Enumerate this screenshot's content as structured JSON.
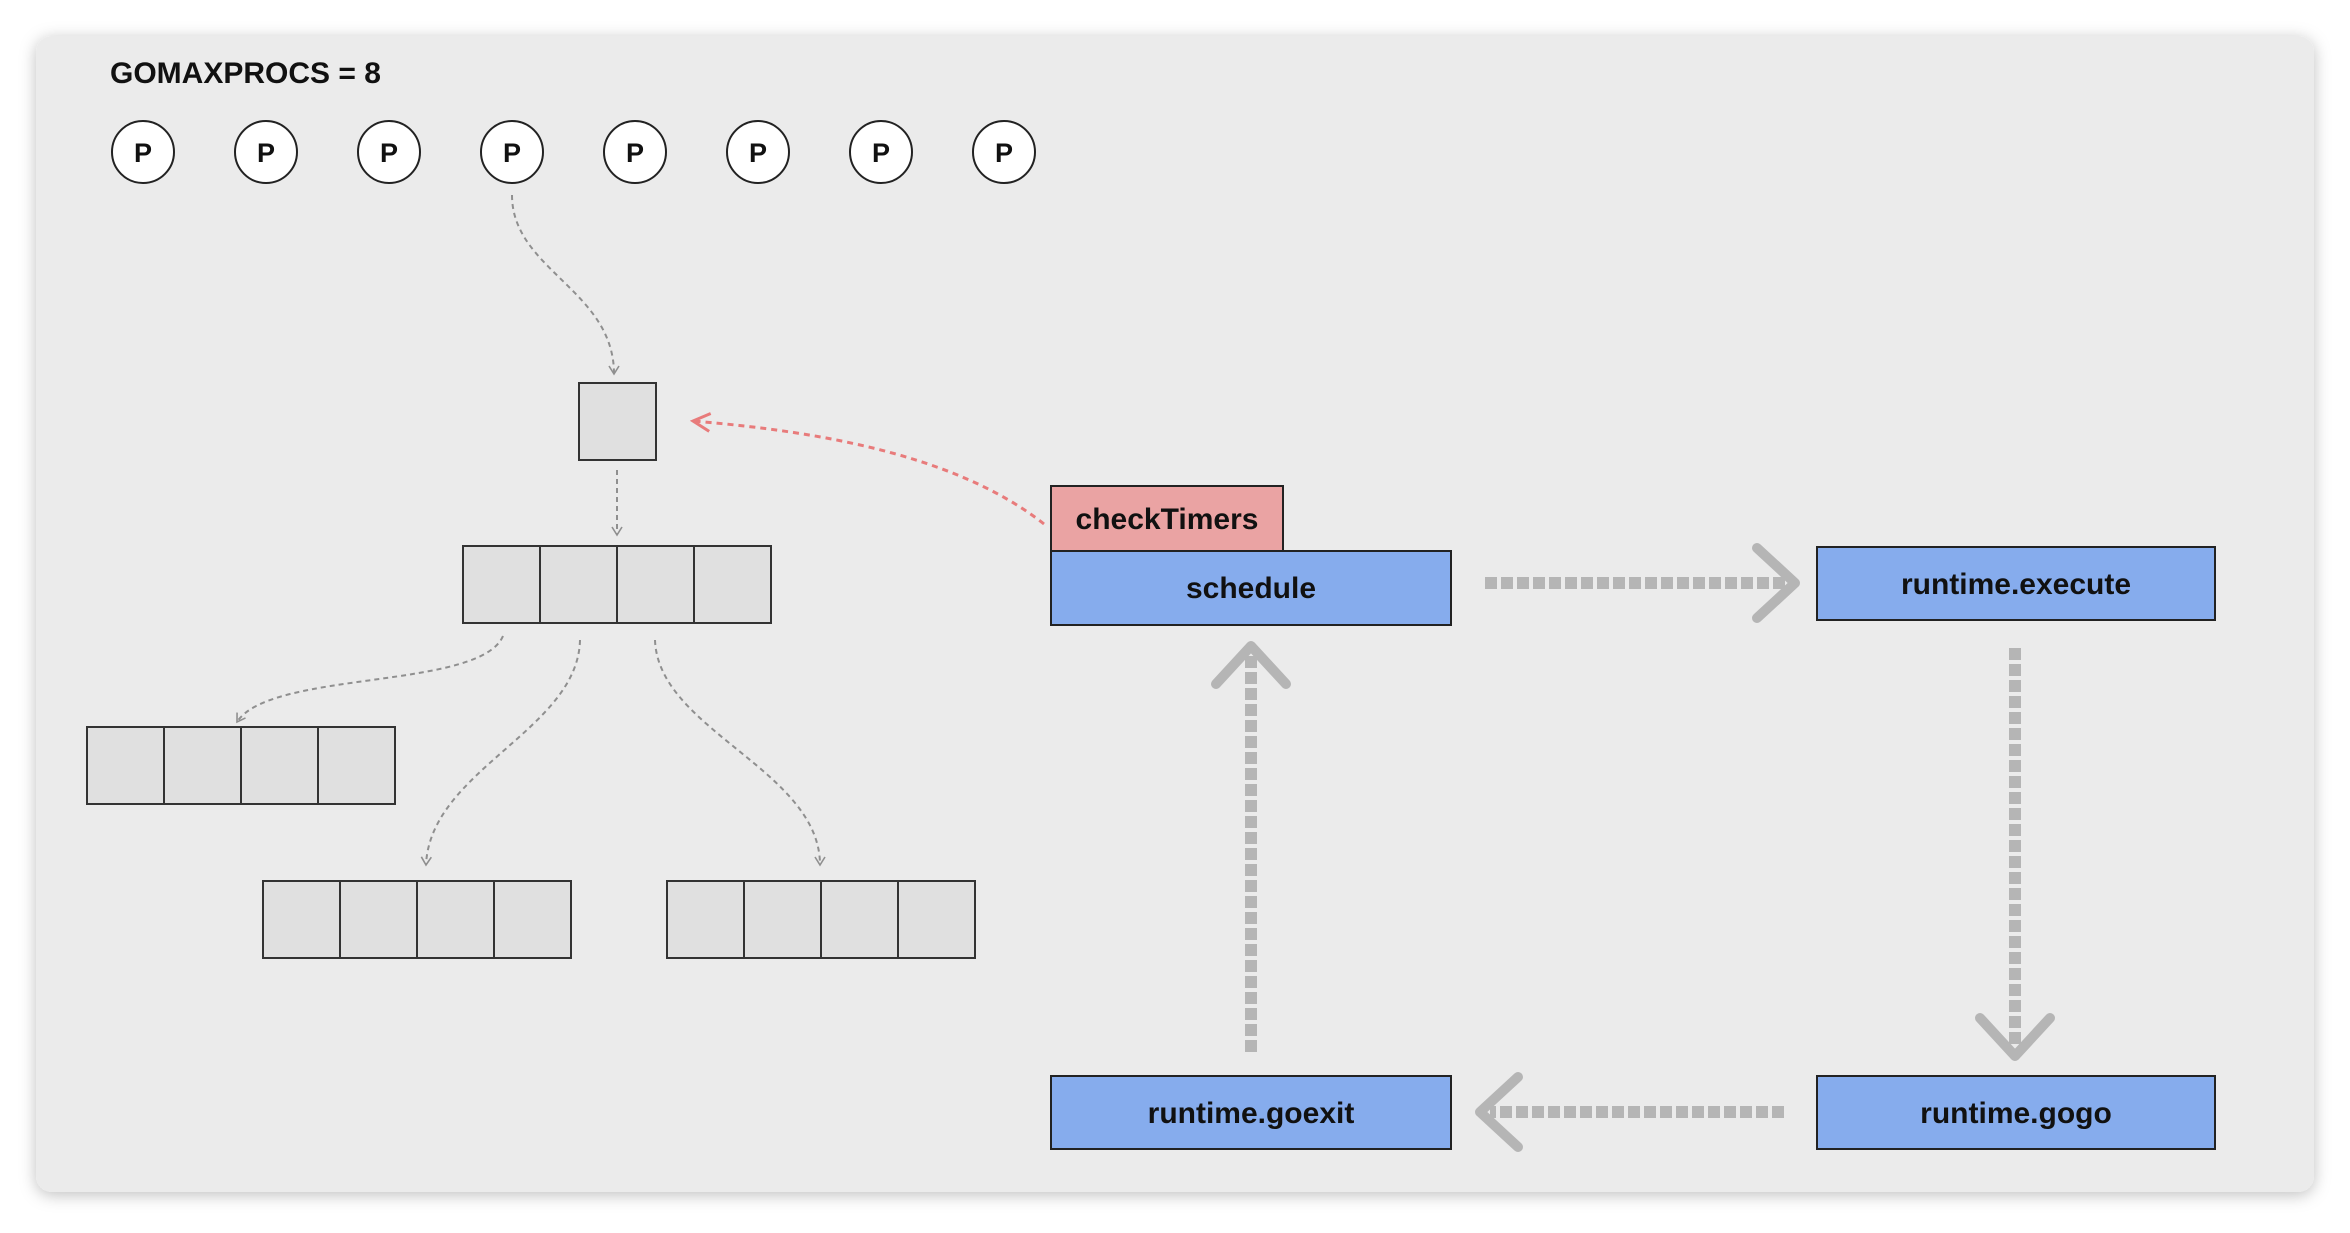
{
  "title": "GOMAXPROCS = 8",
  "processors": [
    "P",
    "P",
    "P",
    "P",
    "P",
    "P",
    "P",
    "P"
  ],
  "functions": {
    "check_timers": "checkTimers",
    "schedule": "schedule",
    "execute": "runtime.execute",
    "gogo": "runtime.gogo",
    "goexit": "runtime.goexit"
  },
  "colors": {
    "canvas": "#ebebeb",
    "cell_fill": "#e0e0e0",
    "function_fill": "#86aced",
    "highlight_fill": "#eaa3a3",
    "highlight_arrow": "#e87b7b",
    "flow_arrow": "#b5b5b5",
    "connector": "#8f8f8f"
  }
}
